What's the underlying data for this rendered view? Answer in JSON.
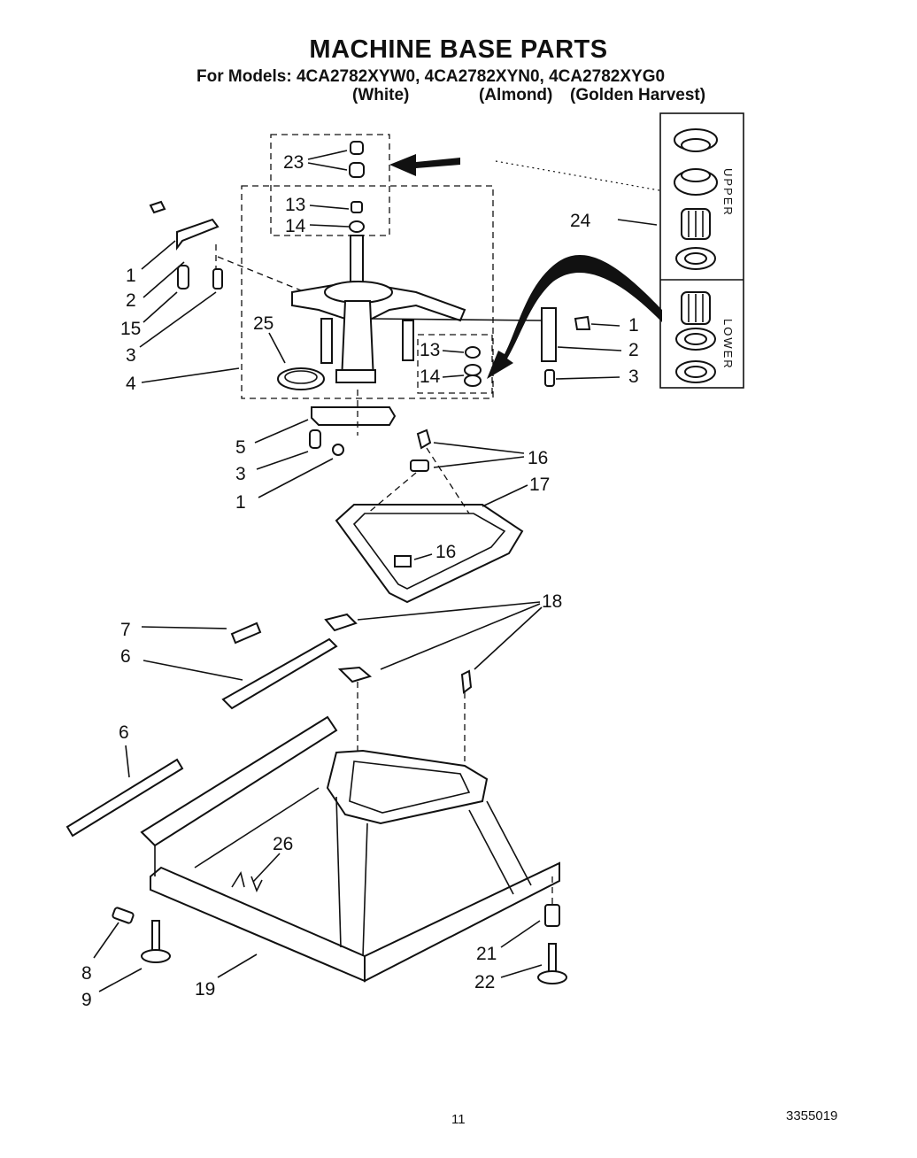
{
  "header": {
    "title": "MACHINE BASE PARTS",
    "models_line": "For Models: 4CA2782XYW0, 4CA2782XYN0, 4CA2782XYG0",
    "color_white": "(White)",
    "color_almond": "(Almond)",
    "color_golden": "(Golden Harvest)"
  },
  "inset": {
    "upper_label": "UPPER",
    "lower_label": "LOWER"
  },
  "callouts": {
    "c23": "23",
    "c13a": "13",
    "c14a": "14",
    "c24": "24",
    "c1a": "1",
    "c2a": "2",
    "c15": "15",
    "c3a": "3",
    "c4": "4",
    "c25": "25",
    "c13b": "13",
    "c14b": "14",
    "c1b": "1",
    "c2b": "2",
    "c3b": "3",
    "c5": "5",
    "c3c": "3",
    "c1c": "1",
    "c16a": "16",
    "c17": "17",
    "c16b": "16",
    "c18": "18",
    "c7": "7",
    "c6a": "6",
    "c6b": "6",
    "c26": "26",
    "c8": "8",
    "c9": "9",
    "c19": "19",
    "c21": "21",
    "c22": "22"
  },
  "footer": {
    "page_number": "11",
    "document_number": "3355019"
  }
}
